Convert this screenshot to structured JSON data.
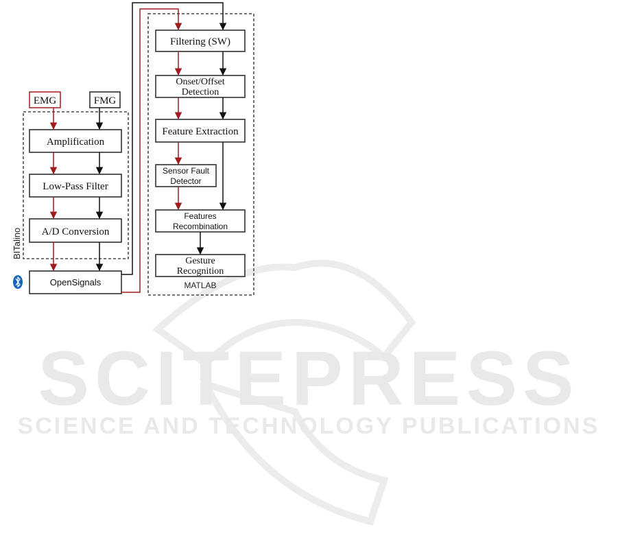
{
  "watermark": {
    "brand": "SCITEPRESS",
    "tagline": "SCIENCE AND TECHNOLOGY PUBLICATIONS"
  },
  "colors": {
    "emg_path": "#a01c1c",
    "fmg_path": "#111111",
    "box_stroke": "#222222",
    "container_dash": "#222222",
    "bluetooth": "#1565c0",
    "watermark": "#e9e9e9"
  },
  "inputs": {
    "emg": "EMG",
    "fmg": "FMG"
  },
  "bitalino": {
    "label": "BITalino",
    "blocks": {
      "amplification": "Amplification",
      "low_pass": "Low-Pass Filter",
      "ad_conversion": "A/D Conversion"
    }
  },
  "opensignals": {
    "label": "OpenSignals",
    "icon": "bluetooth-icon"
  },
  "matlab": {
    "label": "MATLAB",
    "blocks": {
      "filtering": "Filtering (SW)",
      "onset_line1": "Onset/Offset",
      "onset_line2": "Detection",
      "feature_extraction": "Feature Extraction",
      "sensor_fault_line1": "Sensor Fault",
      "sensor_fault_line2": "Detector",
      "features_recomb_line1": "Features",
      "features_recomb_line2": "Recombination",
      "gesture_line1": "Gesture",
      "gesture_line2": "Recognition"
    }
  }
}
